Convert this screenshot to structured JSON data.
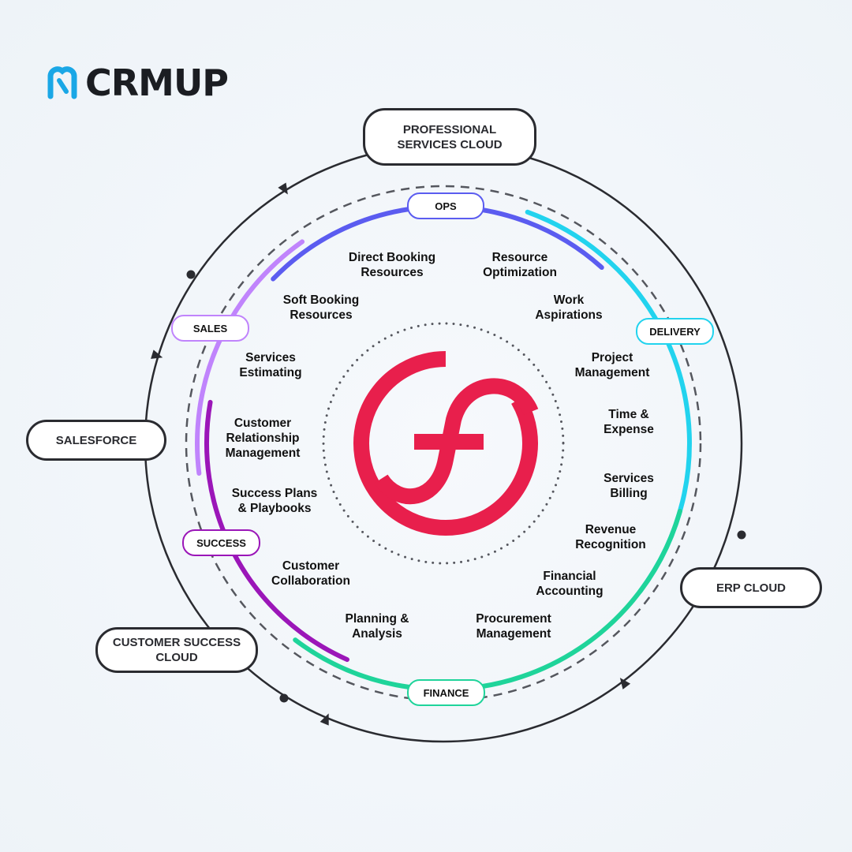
{
  "brand": {
    "logo_text": "CRMUP",
    "accent": "#1aa7e6"
  },
  "center_logo": {
    "name": "financialforce-logo",
    "color": "#e81f4c"
  },
  "clouds": {
    "psc": "PROFESSIONAL\nSERVICES CLOUD",
    "salesforce": "SALESFORCE",
    "erp": "ERP CLOUD",
    "csc": "CUSTOMER SUCCESS\nCLOUD"
  },
  "stages": {
    "ops": {
      "label": "OPS",
      "color": "#5b5cf0"
    },
    "delivery": {
      "label": "DELIVERY",
      "color": "#22d3ee"
    },
    "finance": {
      "label": "FINANCE",
      "color": "#1fd49a"
    },
    "success": {
      "label": "SUCCESS",
      "color": "#9b16b8"
    },
    "sales": {
      "label": "SALES",
      "color": "#c084fc"
    }
  },
  "capabilities": [
    "Direct Booking\nResources",
    "Resource\nOptimization",
    "Soft Booking\nResources",
    "Work\nAspirations",
    "Services\nEstimating",
    "Project\nManagement",
    "Customer\nRelationship\nManagement",
    "Time &\nExpense",
    "Success Plans\n& Playbooks",
    "Services\nBilling",
    "Revenue\nRecognition",
    "Customer\nCollaboration",
    "Financial\nAccounting",
    "Planning &\nAnalysis",
    "Procurement\nManagement"
  ]
}
